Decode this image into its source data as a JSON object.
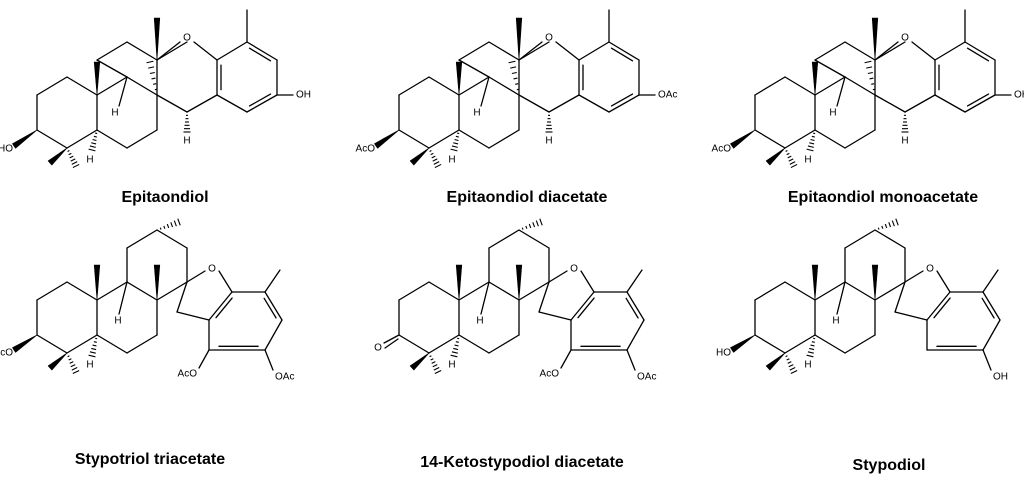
{
  "compounds": [
    {
      "name": "Epitaondiol",
      "labels": {
        "O": "O",
        "R1": "HO",
        "R2": "OH",
        "H1": "H",
        "H2": "H",
        "H3": "H"
      }
    },
    {
      "name": "Epitaondiol diacetate",
      "labels": {
        "O": "O",
        "R1": "AcO",
        "R2": "OAc",
        "H1": "H",
        "H2": "H",
        "H3": "H"
      }
    },
    {
      "name": "Epitaondiol monoacetate",
      "labels": {
        "O": "O",
        "R1": "AcO",
        "R2": "OH",
        "H1": "H",
        "H2": "H",
        "H3": "H"
      }
    },
    {
      "name": "Stypotriol triacetate",
      "labels": {
        "O": "O",
        "R1": "AcO",
        "R2": "AcO",
        "R3": "OAc",
        "H1": "H",
        "H2": "H"
      }
    },
    {
      "name": "14-Ketostypodiol diacetate",
      "labels": {
        "O": "O",
        "R1": "O",
        "R2": "AcO",
        "R3": "OAc",
        "H1": "H",
        "H2": "H"
      }
    },
    {
      "name": "Stypodiol",
      "labels": {
        "O": "O",
        "R1": "HO",
        "R3": "OH",
        "H1": "H",
        "H2": "H"
      }
    }
  ]
}
